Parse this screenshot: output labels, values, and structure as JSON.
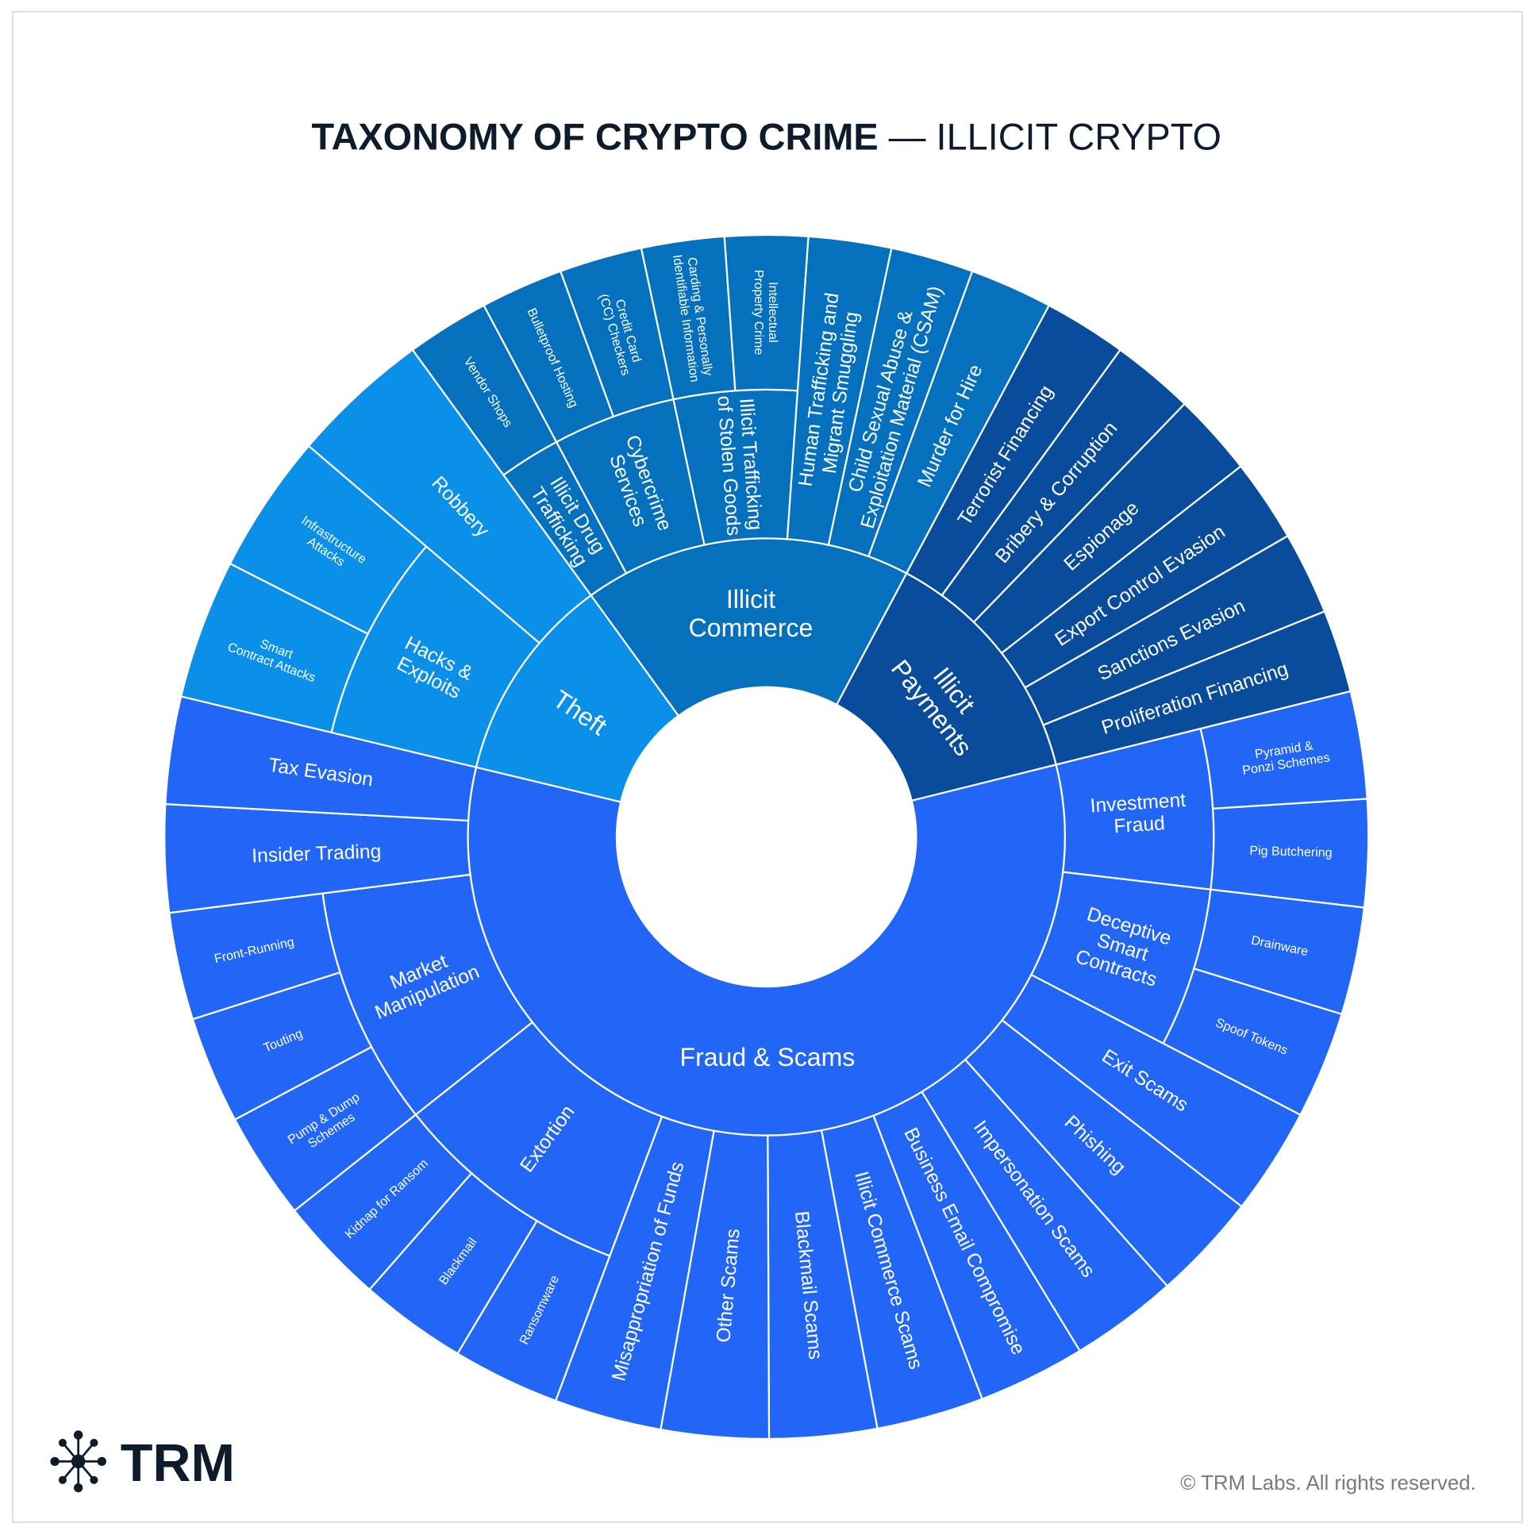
{
  "title": {
    "bold": "TAXONOMY OF CRYPTO CRIME",
    "regular": " — ILLICIT CRYPTO"
  },
  "logo": {
    "text": "TRM",
    "icon": "network-node-icon"
  },
  "footer": {
    "copyright": "© TRM Labs. All rights reserved."
  },
  "chart_data": {
    "type": "sunburst",
    "title": "TAXONOMY OF CRYPTO CRIME — ILLICIT CRYPTO",
    "colors": {
      "Illicit Commerce": "#0570bd",
      "Illicit Payments": "#0a4c9c",
      "Fraud & Scams": "#2266f7",
      "Theft": "#0a90e8"
    },
    "nodes": [
      {
        "label": "Illicit\nCommerce",
        "children": [
          {
            "label": "Illicit Drug\nTrafficking",
            "children": [
              {
                "label": "Vendor Shops",
                "value": 8
              }
            ]
          },
          {
            "label": "Cybercrime\nServices",
            "children": [
              {
                "label": "Bulletproof Hosting",
                "value": 8
              },
              {
                "label": "Credit Card\n(CC) Checkers",
                "value": 8
              }
            ]
          },
          {
            "label": "Illicit Trafficking\nof Stolen Goods",
            "children": [
              {
                "label": "Carding & Personally\nIdentifiable Information",
                "value": 8
              },
              {
                "label": "Intellectual\nProperty Crime",
                "value": 8
              }
            ]
          },
          {
            "label": "Human Trafficking and\nMigrant Smuggling",
            "value": 8
          },
          {
            "label": "Child Sexual Abuse &\nExploitation Material (CSAM)",
            "value": 8
          },
          {
            "label": "Murder for Hire",
            "value": 8
          }
        ]
      },
      {
        "label": "Illicit\nPayments",
        "children": [
          {
            "label": "Terrorist Financing",
            "value": 8
          },
          {
            "label": "Bribery & Corruption",
            "value": 8
          },
          {
            "label": "Espionage",
            "value": 8
          },
          {
            "label": "Export Control Evasion",
            "value": 8
          },
          {
            "label": "Sanctions Evasion",
            "value": 8
          },
          {
            "label": "Proliferation Financing",
            "value": 8
          }
        ]
      },
      {
        "label": "Fraud & Scams",
        "children": [
          {
            "label": "Investment\nFraud",
            "children": [
              {
                "label": "Pyramid &\nPonzi Schemes",
                "value": 10.375
              },
              {
                "label": "Pig Butchering",
                "value": 10.375
              }
            ]
          },
          {
            "label": "Deceptive\nSmart\nContracts",
            "children": [
              {
                "label": "Drainware",
                "value": 10.375
              },
              {
                "label": "Spoof Tokens",
                "value": 10.375
              }
            ]
          },
          {
            "label": "Exit Scams",
            "value": 10.375
          },
          {
            "label": "Phishing",
            "value": 10.375
          },
          {
            "label": "Impersonation Scams",
            "value": 10.375
          },
          {
            "label": "Business Email Compromise",
            "value": 10.375
          },
          {
            "label": "Illicit Commerce Scams",
            "value": 10.375
          },
          {
            "label": "Blackmail Scams",
            "value": 10.375
          },
          {
            "label": "Other Scams",
            "value": 10.375
          },
          {
            "label": "Misappropriation of Funds",
            "value": 10.375
          },
          {
            "label": "Extortion",
            "children": [
              {
                "label": "Ransomware",
                "value": 10.375
              },
              {
                "label": "Blackmail",
                "value": 10.375
              },
              {
                "label": "Kidnap for Ransom",
                "value": 10.375
              }
            ]
          },
          {
            "label": "Market\nManipulation",
            "children": [
              {
                "label": "Pump & Dump\nSchemes",
                "value": 10.375
              },
              {
                "label": "Touting",
                "value": 10.375
              },
              {
                "label": "Front-Running",
                "value": 10.375
              }
            ]
          },
          {
            "label": "Insider Trading",
            "value": 10.375
          },
          {
            "label": "Tax Evasion",
            "value": 10.375
          }
        ]
      },
      {
        "label": "Theft",
        "children": [
          {
            "label": "Hacks &\nExploits",
            "children": [
              {
                "label": "Smart\nContract Attacks",
                "value": 13.5
              },
              {
                "label": "Infrastructure\nAttacks",
                "value": 13.5
              }
            ]
          },
          {
            "label": "Robbery",
            "value": 13.5
          }
        ]
      }
    ]
  }
}
